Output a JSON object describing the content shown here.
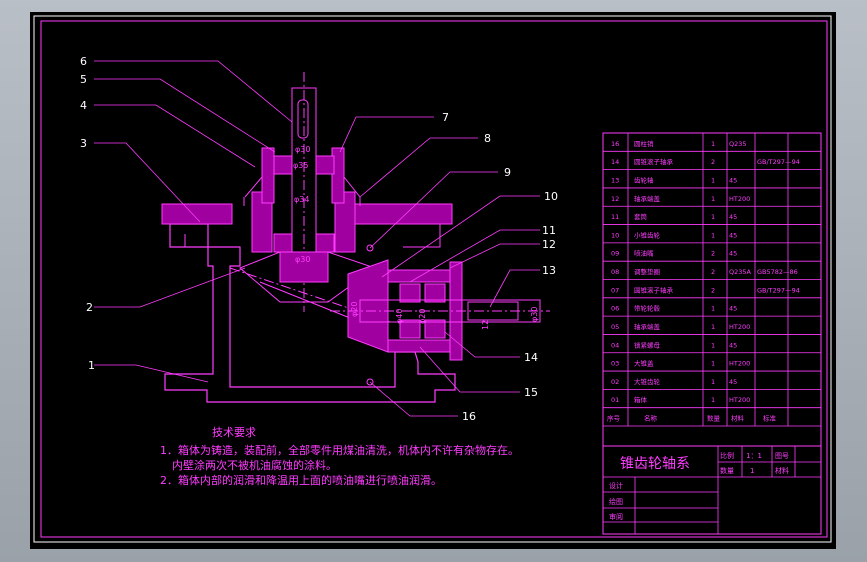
{
  "drawing": {
    "title": "锥齿轮轴系",
    "scale_label": "比例",
    "scale_value": "1：1",
    "drawing_no_label": "图号",
    "qty_label": "数量",
    "qty_value": "1",
    "material_label": "材料",
    "design_label": "设计",
    "draw_label": "绘图",
    "review_label": "审阅"
  },
  "tech": {
    "heading": "技术要求",
    "line1": "1．箱体为铸造，装配前，全部零件用煤油清洗，机体内不许有杂物存在。",
    "line2": "内壁涂两次不被机油腐蚀的涂料。",
    "line3": "2．箱体内部的润滑和降温用上面的喷油嘴进行喷油润滑。"
  },
  "bom_header": {
    "no": "序号",
    "name": "名称",
    "qty": "数量",
    "material": "材料",
    "std": "标准"
  },
  "bom_rows": [
    {
      "no": "16",
      "name": "圆柱销",
      "qty": "1",
      "material": "Q235",
      "std": ""
    },
    {
      "no": "14",
      "name": "圆锥滚子轴承",
      "qty": "2",
      "material": "",
      "std": "GB/T297—94"
    },
    {
      "no": "13",
      "name": "齿轮轴",
      "qty": "1",
      "material": "45",
      "std": ""
    },
    {
      "no": "12",
      "name": "轴承端盖",
      "qty": "1",
      "material": "HT200",
      "std": ""
    },
    {
      "no": "11",
      "name": "套筒",
      "qty": "1",
      "material": "45",
      "std": ""
    },
    {
      "no": "10",
      "name": "小锥齿轮",
      "qty": "1",
      "material": "45",
      "std": ""
    },
    {
      "no": "09",
      "name": "喷油嘴",
      "qty": "2",
      "material": "45",
      "std": ""
    },
    {
      "no": "08",
      "name": "调整垫圈",
      "qty": "2",
      "material": "Q235A",
      "std": "GB5782—86"
    },
    {
      "no": "07",
      "name": "圆锥滚子轴承",
      "qty": "2",
      "material": "",
      "std": "GB/T297—94"
    },
    {
      "no": "06",
      "name": "带轮轮毂",
      "qty": "1",
      "material": "45",
      "std": ""
    },
    {
      "no": "05",
      "name": "轴承端盖",
      "qty": "1",
      "material": "HT200",
      "std": ""
    },
    {
      "no": "04",
      "name": "锁紧螺母",
      "qty": "1",
      "material": "45",
      "std": ""
    },
    {
      "no": "03",
      "name": "大锥盖",
      "qty": "1",
      "material": "HT200",
      "std": ""
    },
    {
      "no": "02",
      "name": "大锥齿轮",
      "qty": "1",
      "material": "45",
      "std": ""
    },
    {
      "no": "01",
      "name": "箱体",
      "qty": "1",
      "material": "HT200",
      "std": ""
    }
  ],
  "balloons": [
    "1",
    "2",
    "3",
    "4",
    "5",
    "6",
    "7",
    "8",
    "9",
    "10",
    "11",
    "12",
    "13",
    "14",
    "15",
    "16"
  ],
  "dims": {
    "d_top": "φ30",
    "d_upper": "φ35",
    "d_mid": "φ34",
    "d_low": "φ30",
    "d_pinion1": "φ20",
    "d_pinion2": "φ40",
    "d_right": "φ20",
    "d_shaft": "φ30",
    "d_small": "12"
  }
}
